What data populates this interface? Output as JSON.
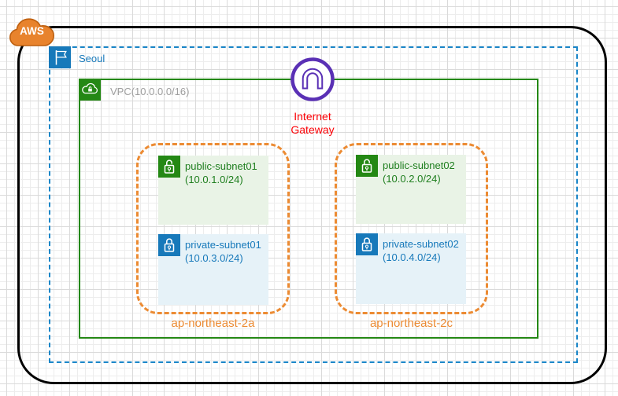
{
  "aws_cloud": {
    "logo_label": "AWS"
  },
  "region": {
    "label": "Seoul"
  },
  "vpc": {
    "label": "VPC(10.0.0.0/16)"
  },
  "internet_gateway": {
    "label_lines": [
      "Internet",
      "Gateway"
    ]
  },
  "availability_zones": [
    {
      "label": "ap-northeast-2a",
      "subnets": [
        {
          "kind": "public",
          "name": "public-subnet01",
          "cidr": "(10.0.1.0/24)"
        },
        {
          "kind": "private",
          "name": "private-subnet01",
          "cidr": "(10.0.3.0/24)"
        }
      ]
    },
    {
      "label": "ap-northeast-2c",
      "subnets": [
        {
          "kind": "public",
          "name": "public-subnet02",
          "cidr": "(10.0.2.0/24)"
        },
        {
          "kind": "private",
          "name": "private-subnet02",
          "cidr": "(10.0.4.0/24)"
        }
      ]
    }
  ],
  "icons": {
    "aws_cloud": "orange-cloud",
    "region": "flag",
    "vpc": "cloud-with-lock",
    "public_subnet": "open-padlock",
    "private_subnet": "closed-padlock",
    "internet_gateway": "circle-n-gateway"
  },
  "colors": {
    "aws_logo_orange": "#e8832d",
    "aws_logo_border": "#be5f0e",
    "boundary_black": "#000000",
    "region_blue": "#1a86c8",
    "region_icon_blue": "#1779ba",
    "vpc_green": "#248814",
    "vpc_label_gray": "#9e9e9e",
    "public_subnet_fill": "#e9f3e6",
    "public_subnet_text": "#1e7e1e",
    "private_subnet_fill": "#e6f2f8",
    "private_subnet_text": "#1779ba",
    "az_orange": "#ec8b33",
    "igw_purple": "#5a30b5",
    "igw_label_red": "#fb0207",
    "grid_line": "#ededed"
  }
}
